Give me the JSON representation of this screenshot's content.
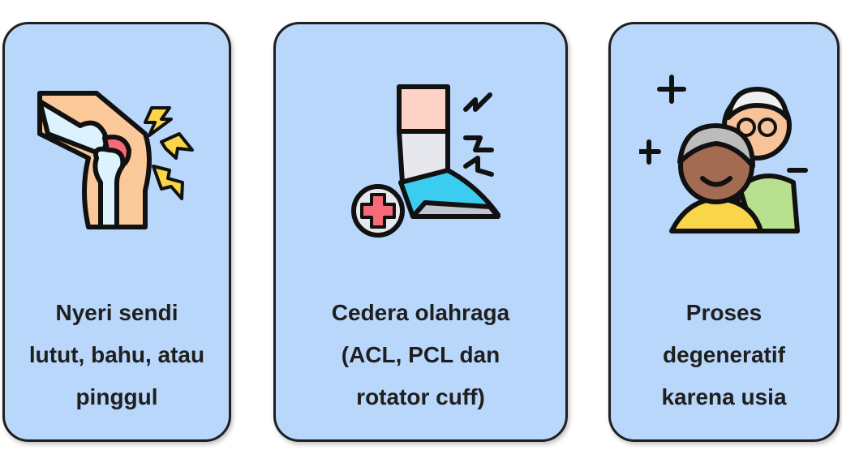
{
  "cards": [
    {
      "icon": "knee-joint-pain-icon",
      "lines": [
        "Nyeri sendi",
        "lutut, bahu, atau",
        "pinggul"
      ]
    },
    {
      "icon": "sports-injury-foot-icon",
      "lines": [
        "Cedera olahraga",
        "(ACL, PCL dan",
        "rotator cuff)"
      ]
    },
    {
      "icon": "elderly-couple-icon",
      "lines": [
        "Proses",
        "degeneratif",
        "karena usia"
      ]
    }
  ],
  "colors": {
    "card_bg": "#b9d7fb",
    "border": "#1f1f1f"
  }
}
